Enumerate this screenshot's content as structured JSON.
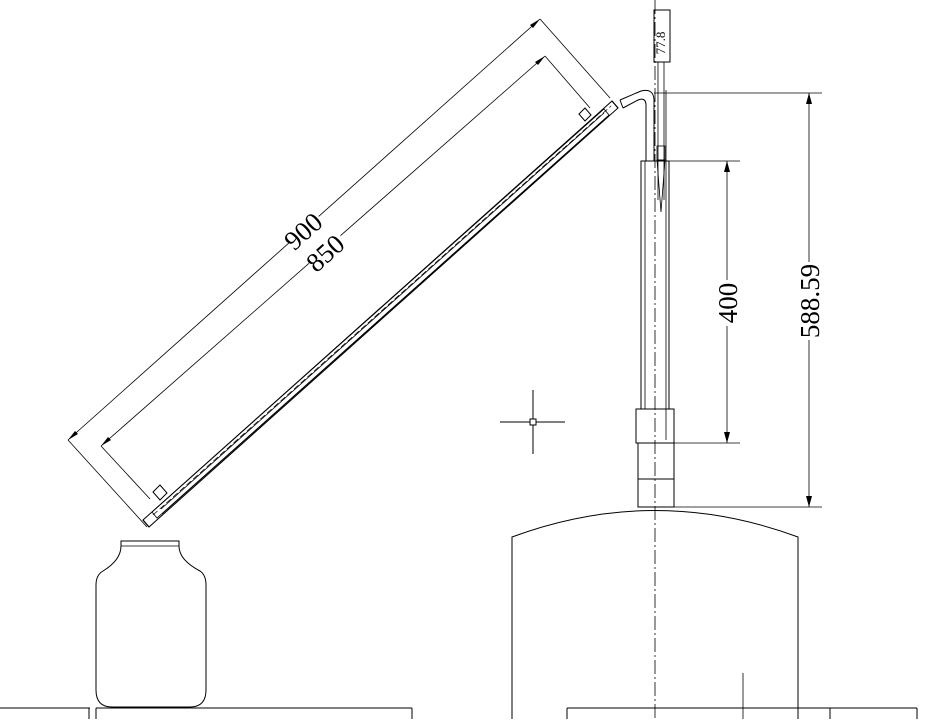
{
  "drawing": {
    "dimensions": {
      "outer_length": "900",
      "inner_length": "850",
      "insertion_depth": "400",
      "total_height": "588.59",
      "thermometer": "77.8"
    }
  }
}
